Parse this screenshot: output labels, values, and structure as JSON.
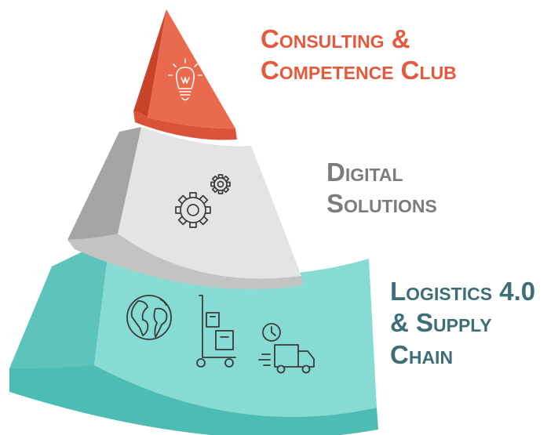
{
  "diagram": {
    "tiers": [
      {
        "id": "top",
        "label_lines": [
          "Consulting &",
          "Competence Club"
        ],
        "color": "#e55a3c",
        "icons": [
          "lightbulb-icon"
        ]
      },
      {
        "id": "middle",
        "label_lines": [
          "Digital",
          "Solutions"
        ],
        "color": "#7c7c7c",
        "icons": [
          "gears-icon"
        ]
      },
      {
        "id": "bottom",
        "label_lines": [
          "Logistics 4.0",
          "& Supply",
          "Chain"
        ],
        "color": "#3e6e78",
        "icons": [
          "globe-icon",
          "hand-truck-icon",
          "delivery-truck-icon"
        ]
      }
    ],
    "colors": {
      "top_face": "#ea6a4e",
      "top_side": "#c9432b",
      "mid_face": "#e4e4e4",
      "mid_side": "#a5a5a5",
      "bottom_face": "#86dbd3",
      "bottom_side": "#5cc4bb",
      "icon_stroke": "#3b3b3b",
      "icon_stroke_light": "#f7f7f7"
    }
  }
}
